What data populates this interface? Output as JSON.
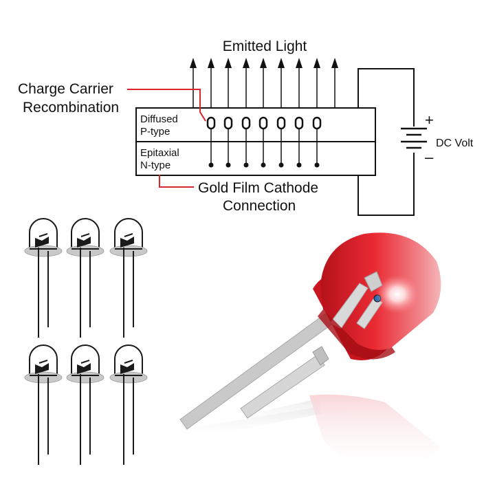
{
  "diagram": {
    "emitted_light": "Emitted Light",
    "charge_carrier_line1": "Charge Carrier",
    "charge_carrier_line2": "Recombination",
    "p_layer_line1": "Diffused",
    "p_layer_line2": "P-type",
    "n_layer_line1": "Epitaxial",
    "n_layer_line2": "N-type",
    "cathode_line1": "Gold Film Cathode",
    "cathode_line2": "Connection",
    "dc_label": "DC Volt",
    "plus_sign": "+",
    "minus_sign": "–"
  },
  "colors": {
    "leader_line": "#d9252b",
    "led_red": "#e3202a",
    "outline": "#1a1a1a",
    "lead_gray": "#bdbdbd"
  },
  "icons": {
    "small_led": "led-outline-icon",
    "large_led": "red-led-icon",
    "battery": "battery-symbol-icon"
  }
}
